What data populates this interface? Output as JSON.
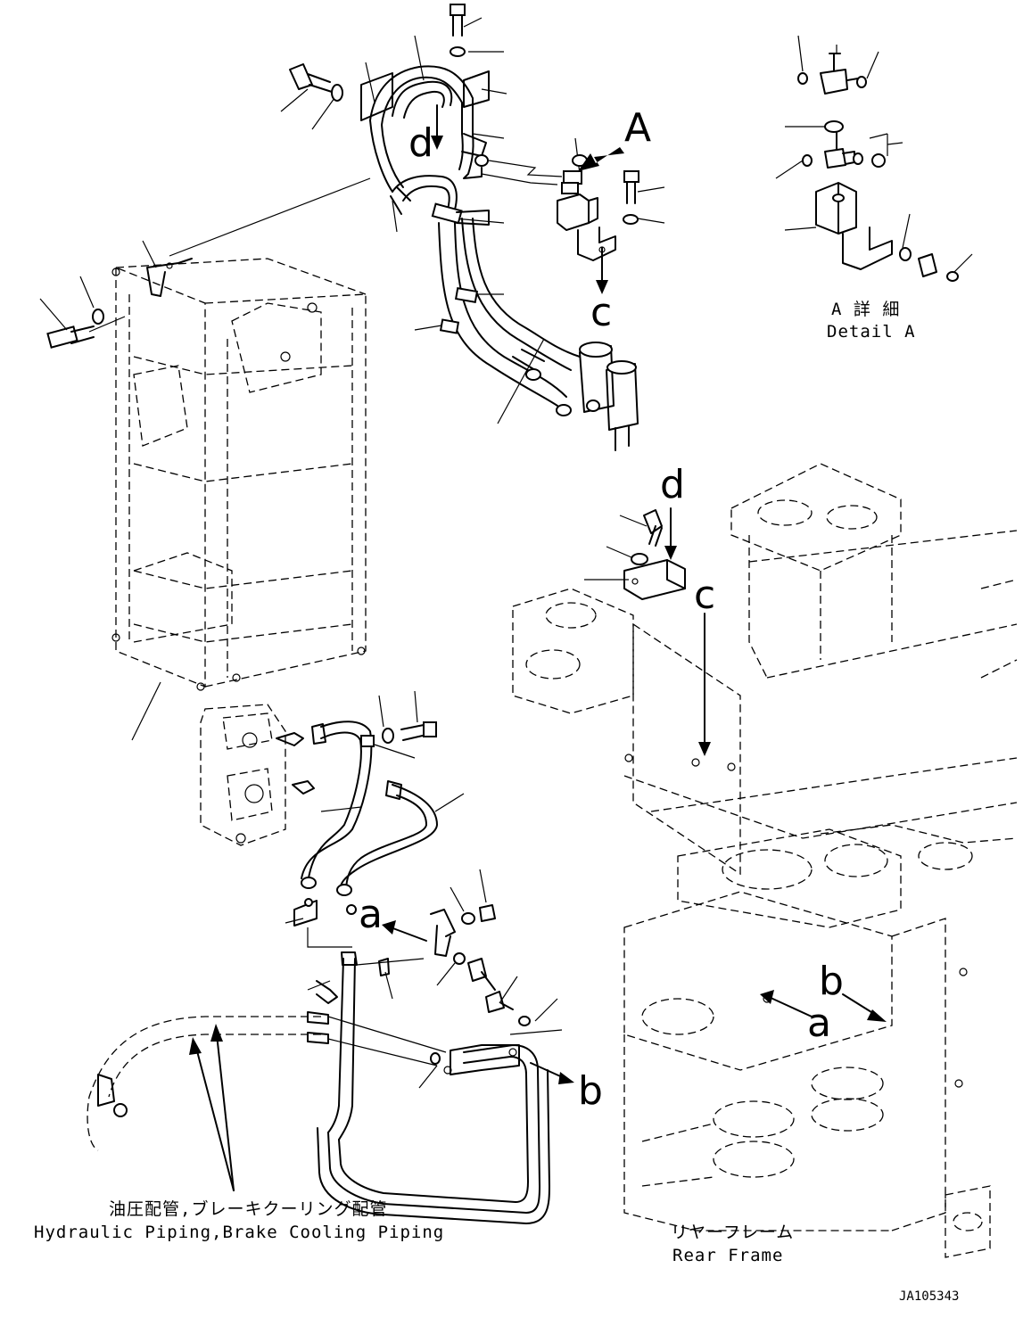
{
  "letters": {
    "A": "A",
    "d_top": "d",
    "c_top": "c",
    "d_mid": "d",
    "c_mid": "c",
    "a_left": "a",
    "a_right": "a",
    "b_left": "b",
    "b_right": "b"
  },
  "detail": {
    "label_jp": "A 詳 細",
    "label_en": "Detail A"
  },
  "captions": {
    "piping_jp": "油圧配管,ブレーキクーリング配管",
    "piping_en": "Hydraulic Piping,Brake Cooling Piping",
    "frame_jp": "リヤーフレーム",
    "frame_en": "Rear Frame"
  },
  "drawing_code": "JA105343"
}
